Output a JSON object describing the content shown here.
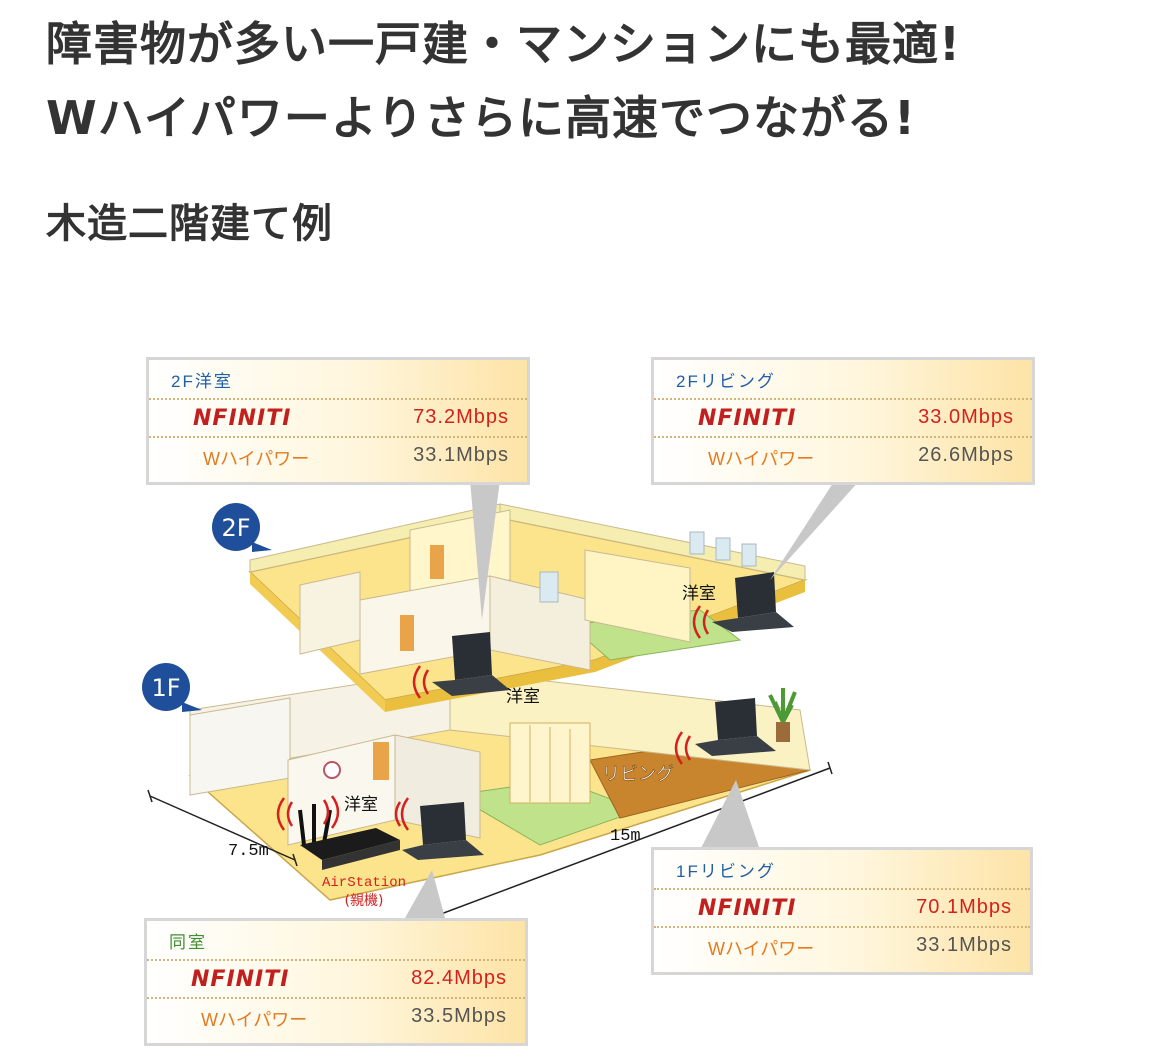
{
  "headline": {
    "line1": "障害物が多い一戸建・マンションにも最適!",
    "line2": "Wハイパワーよりさらに高速でつながる!",
    "subtitle": "木造二階建て例"
  },
  "diagram": {
    "floor_badges": [
      "2F",
      "1F"
    ],
    "room_labels": {
      "upper_left": "洋室",
      "upper_right": "洋室",
      "lower_left": "洋室",
      "living": "リビング"
    },
    "dimensions": {
      "depth": "7.5m",
      "width": "15m"
    },
    "router": {
      "name": "AirStation",
      "sub": "(親機)"
    },
    "colors": {
      "room_fill": "#fbe48c",
      "wall": "#f6eeb0",
      "tatami": "#bfe28a",
      "living_floor": "#c8852e",
      "accent_red": "#d4211f",
      "accent_orange": "#e47a1d",
      "badge_blue": "#1f4f9a"
    }
  },
  "cards": [
    {
      "id": "2f-western",
      "title": "2F洋室",
      "title_color": "blue",
      "brand": "NFINITI",
      "brand_speed": "73.2Mbps",
      "compare_label": "Wハイパワー",
      "compare_speed": "33.1Mbps"
    },
    {
      "id": "2f-living",
      "title": "2Fリビング",
      "title_color": "blue",
      "brand": "NFINITI",
      "brand_speed": "33.0Mbps",
      "compare_label": "Wハイパワー",
      "compare_speed": "26.6Mbps"
    },
    {
      "id": "1f-living",
      "title": "1Fリビング",
      "title_color": "blue",
      "brand": "NFINITI",
      "brand_speed": "70.1Mbps",
      "compare_label": "Wハイパワー",
      "compare_speed": "33.1Mbps"
    },
    {
      "id": "same-room",
      "title": "同室",
      "title_color": "green",
      "brand": "NFINITI",
      "brand_speed": "82.4Mbps",
      "compare_label": "Wハイパワー",
      "compare_speed": "33.5Mbps"
    }
  ]
}
